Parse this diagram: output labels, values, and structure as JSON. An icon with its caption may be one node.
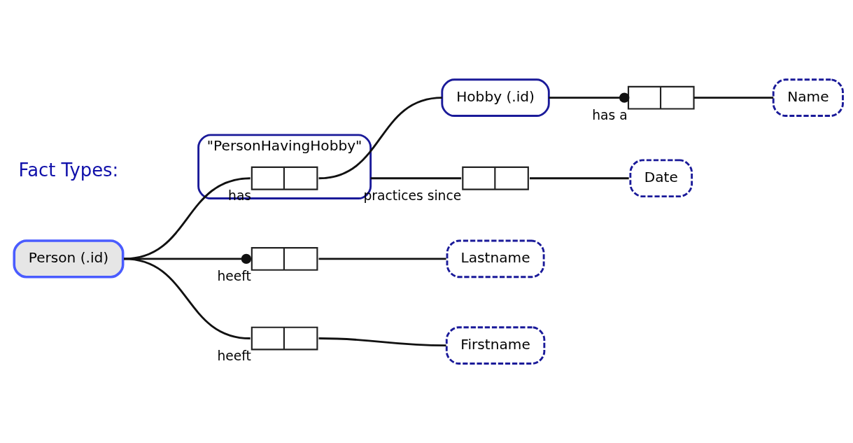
{
  "diagram": {
    "nodes": [
      {
        "text": [
          "Person (.id)"
        ]
      },
      {
        "text": [
          "\"PersonHavingHobby\""
        ]
      },
      {
        "text": [],
        "shape": "box",
        "in": 1,
        "beside": [
          "has"
        ]
      },
      {
        "text": [
          "Hobby (.id)"
        ]
      },
      {
        "text": [],
        "shape": "box",
        "beside": [
          "has a"
        ]
      },
      {
        "text": [
          "Name"
        ]
      },
      {
        "text": [],
        "shape": "box",
        "beside": [
          "practices since"
        ]
      },
      {
        "text": [
          "Date"
        ]
      },
      {
        "text": [],
        "shape": "box",
        "beside": [
          "heeft"
        ]
      },
      {
        "text": [
          "Lastname"
        ]
      },
      {
        "text": [],
        "shape": "box",
        "beside": [
          "heeft"
        ]
      },
      {
        "text": [
          "Firstname"
        ]
      }
    ],
    "edges": [
      {
        "from": 0,
        "to": 2,
        "arrow": "none"
      },
      {
        "from": 2,
        "to": 3,
        "arrow": "none"
      },
      {
        "from": 3,
        "to": 4,
        "arrow": "other"
      },
      {
        "from": 4,
        "to": 5,
        "arrow": "none"
      },
      {
        "from": 1,
        "to": 6,
        "arrow": "none"
      },
      {
        "from": 6,
        "to": 7,
        "arrow": "none"
      },
      {
        "from": 0,
        "to": 8,
        "arrow": "other"
      },
      {
        "from": 8,
        "to": 9,
        "arrow": "none"
      },
      {
        "from": 0,
        "to": 10,
        "arrow": "none"
      },
      {
        "from": 10,
        "to": 11,
        "arrow": "none"
      }
    ],
    "labels": [
      "Fact Types:"
    ]
  }
}
